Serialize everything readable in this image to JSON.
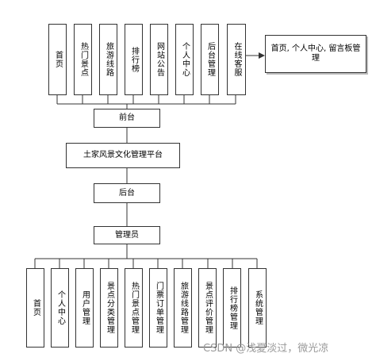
{
  "frontend_modules": [
    "首页",
    "热门景点",
    "旅游线路",
    "排行榜",
    "网站公告",
    "个人中心",
    "后台管理",
    "在线客服"
  ],
  "frontend_result": "首页, 个人中心, 留言板管理",
  "frontend_label": "前台",
  "platform_title": "土家风景文化管理平台",
  "backend_label": "后台",
  "admin_label": "管理员",
  "backend_modules": [
    "首页",
    "个人中心",
    "用户管理",
    "景点分类管理",
    "热门景点管理",
    "门票订单管理",
    "旅游线路管理",
    "景点评价管理",
    "排行榜管理",
    "系统管理"
  ],
  "watermark": "CSDN @浅夏淡过，微光凉",
  "colors": {
    "line": "#333333",
    "watermark": "#9a9a9a"
  }
}
